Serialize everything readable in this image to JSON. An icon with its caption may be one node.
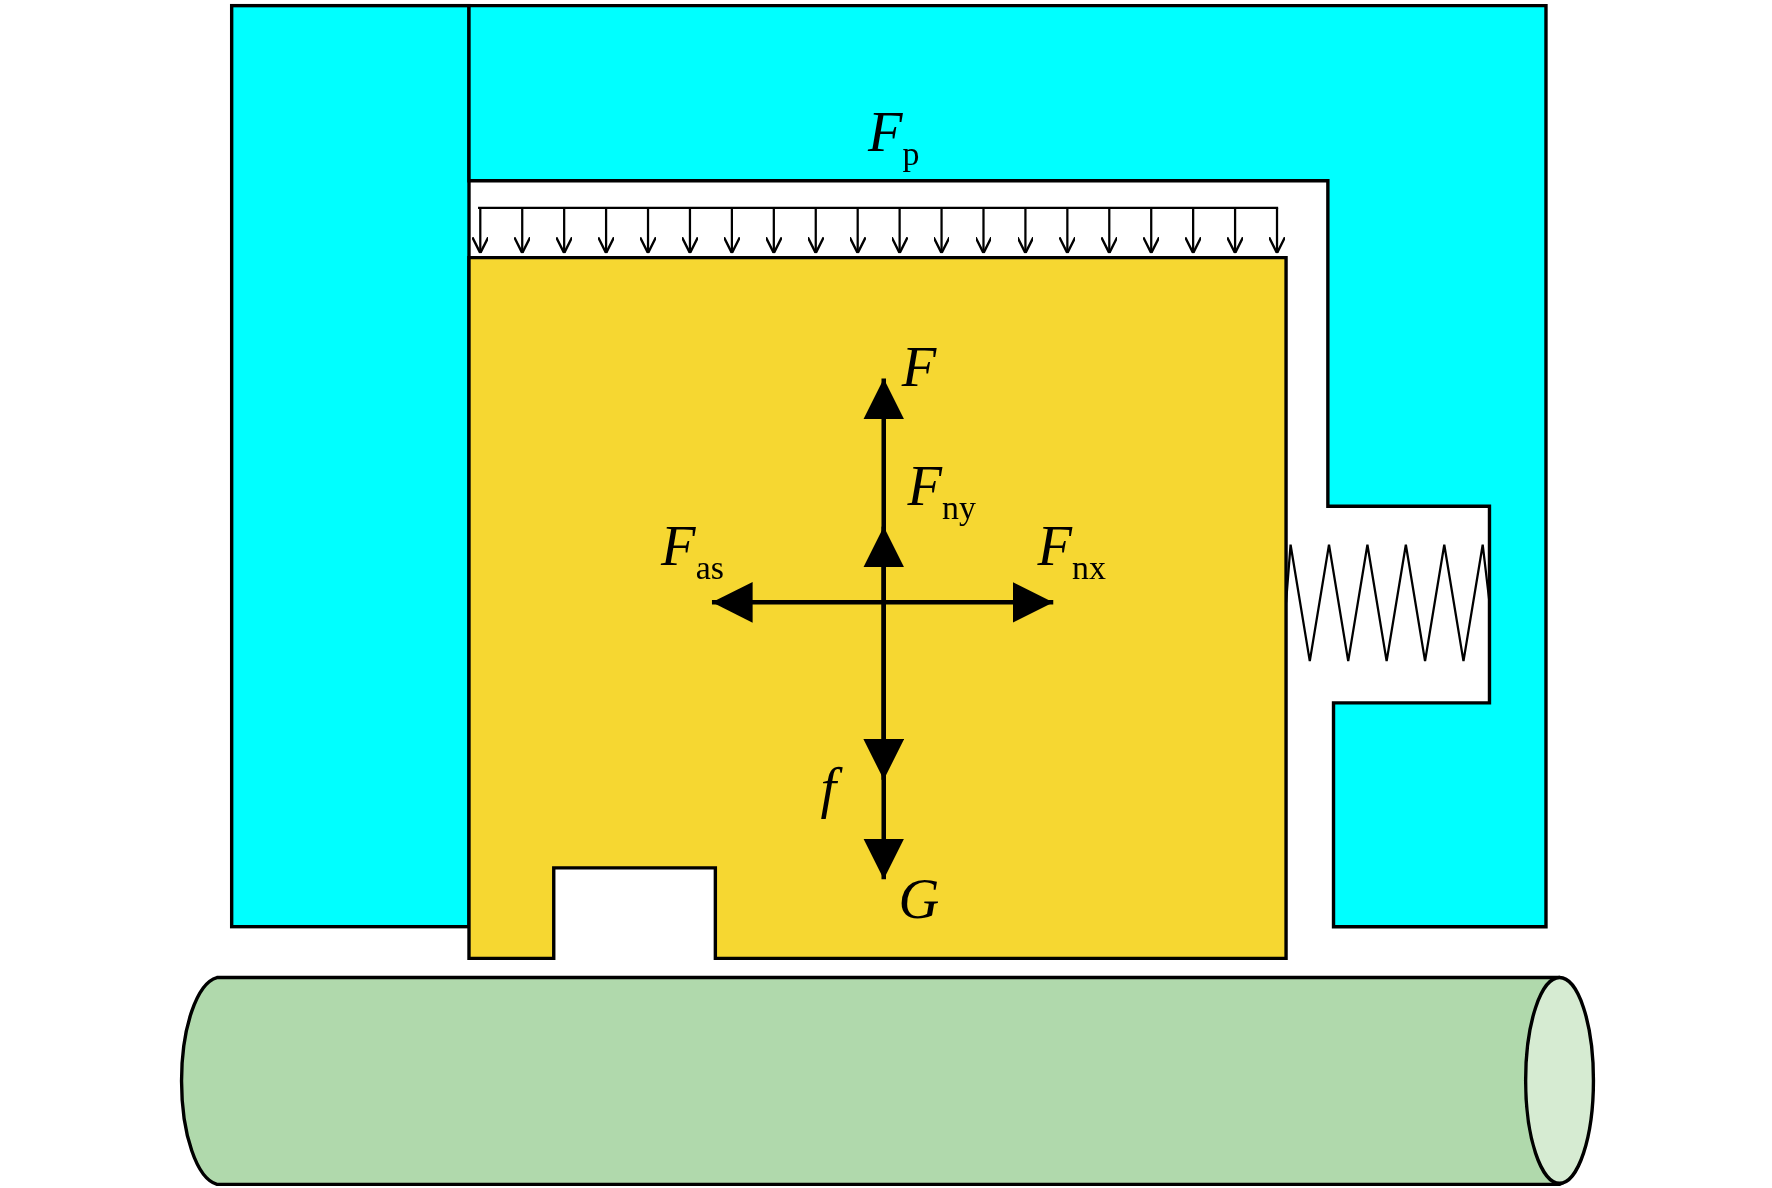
{
  "diagram": {
    "labels": [
      "F$_{p}$",
      "F",
      "F$_{ny}$",
      "F$_{as}$",
      "F$_{nx}$",
      "f",
      "G"
    ]
  }
}
